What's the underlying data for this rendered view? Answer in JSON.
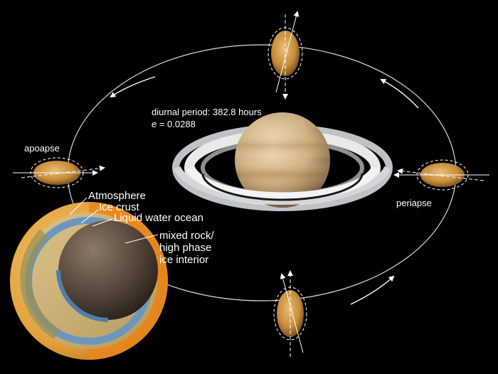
{
  "labels": {
    "diurnal_period": "diurnal period: 382.8 hours",
    "e_symbol": "e",
    "e_value": " = 0.0288",
    "apoapse": "apoapse",
    "periapse": "periapse"
  },
  "interior_layers": {
    "atmosphere": "Atmosphere",
    "ice_crust": "Ice crust",
    "ocean": "Liquid water ocean",
    "core_line1": "mixed rock/",
    "core_line2": "high phase",
    "core_line3": "ice interior"
  },
  "colors": {
    "background": "#000000",
    "atmosphere": "#e38b1e",
    "ocean": "#6b97bd",
    "core": "#5a4a3e",
    "text": "#ffffff"
  }
}
